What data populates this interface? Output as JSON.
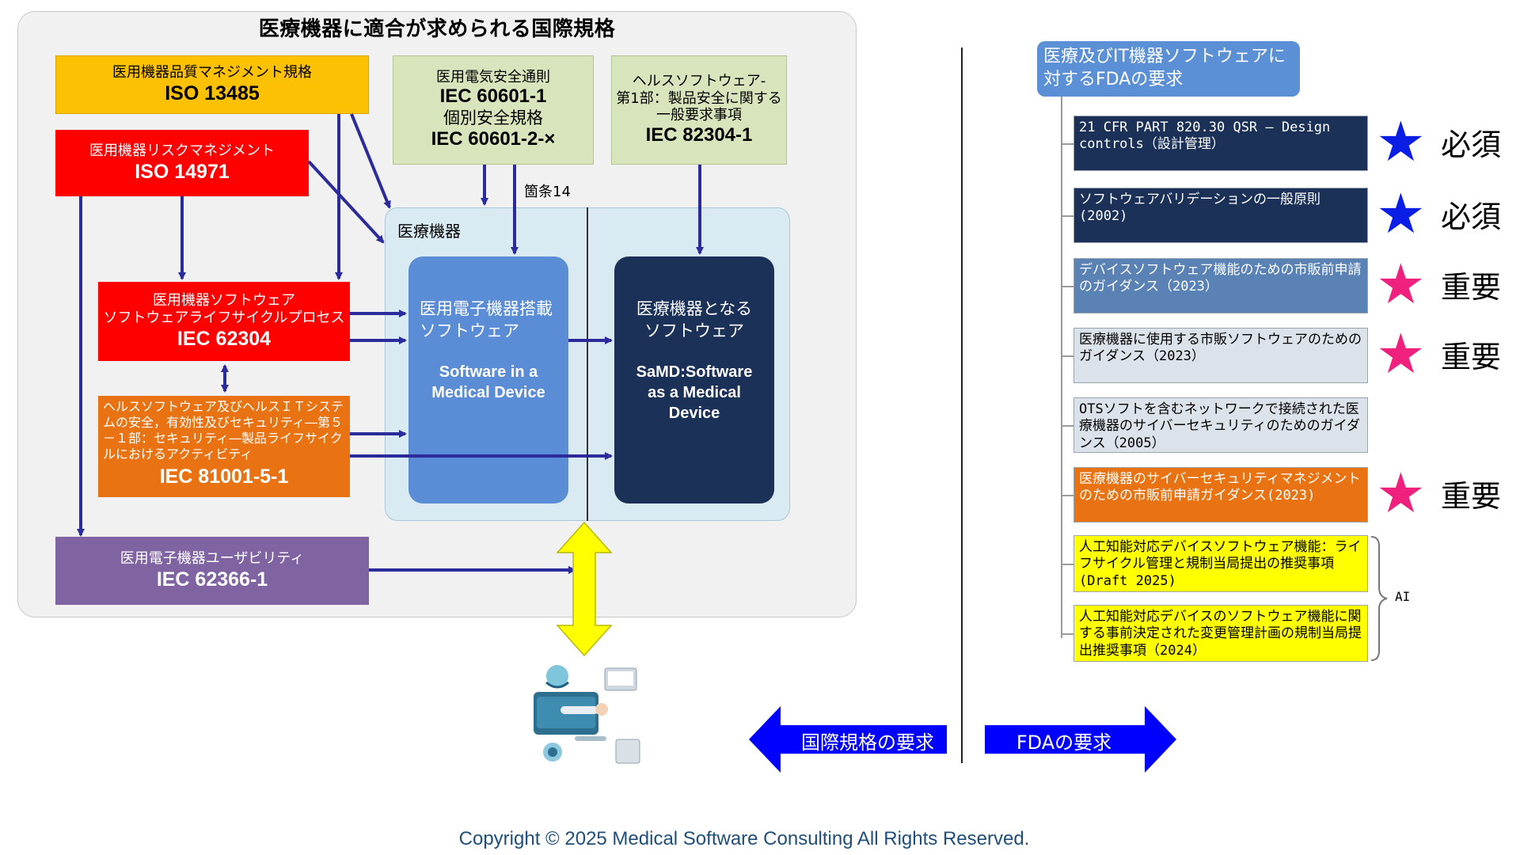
{
  "title": "医療機器に適合が求められる国際規格",
  "standards": {
    "iso13485": {
      "name": "医用機器品質マネジメント規格",
      "code": "ISO 13485"
    },
    "iso14971": {
      "name": "医用機器リスクマネジメント",
      "code": "ISO 14971"
    },
    "iec60601": {
      "name1": "医用電気安全通則",
      "code1": "IEC 60601-1",
      "name2": "個別安全規格",
      "code2": "IEC 60601-2-×"
    },
    "iec82304": {
      "line1": "ヘルスソフトウェア-",
      "line2": "第1部：製品安全に関する",
      "line3": "一般要求事項",
      "code": "IEC 82304-1"
    },
    "iec62304": {
      "line1": "医用機器ソフトウェア",
      "line2": "ソフトウェアライフサイクルプロセス",
      "code": "IEC 62304"
    },
    "iec81001": {
      "name": "ヘルスソフトウェア及びヘルスＩＴシステムの安全，有効性及びセキュリティ―第５－１部：セキュリティ―製品ライフサイクルにおけるアクティビティ",
      "code": "IEC 81001-5-1"
    },
    "iec62366": {
      "name": "医用電子機器ユーザビリティ",
      "code": "IEC 62366-1"
    }
  },
  "device": {
    "label": "医療機器",
    "clause": "箇条14",
    "simd": {
      "jp1": "医用電子機器搭載",
      "jp2": "ソフトウェア",
      "en1": "Software in a",
      "en2": "Medical Device"
    },
    "samd": {
      "jp1": "医療機器となる",
      "jp2": "ソフトウェア",
      "en1": "SaMD:Software",
      "en2": "as a Medical",
      "en3": "Device"
    }
  },
  "fda": {
    "header": "医療及びIT機器ソフトウェアに対するFDAの要求",
    "items": [
      {
        "text": "21 CFR PART 820.30 QSR – Design controls（設計管理）",
        "mark": "必須",
        "mark_color": "#0a1ee6"
      },
      {
        "text": "ソフトウェアバリデーションの一般原則(2002)",
        "mark": "必須",
        "mark_color": "#0a1ee6"
      },
      {
        "text": "デバイスソフトウェア機能のための市販前申請のガイダンス（2023）",
        "mark": "重要",
        "mark_color": "#f0207e"
      },
      {
        "text": "医療機器に使用する市販ソフトウェアのためのガイダンス（2023）",
        "mark": "重要",
        "mark_color": "#f0207e"
      },
      {
        "text": "OTSソフトを含むネットワークで接続された医療機器のサイバーセキュリティのためのガイダンス（2005）",
        "mark": "",
        "mark_color": ""
      },
      {
        "text": "医療機器のサイバーセキュリティマネジメントのための市販前申請ガイダンス(2023)",
        "mark": "重要",
        "mark_color": "#f0207e"
      },
      {
        "text": "人工知能対応デバイスソフトウェア機能：ライフサイクル管理と規制当局提出の推奨事項(Draft 2025)",
        "mark": "",
        "mark_color": ""
      },
      {
        "text": "人工知能対応デバイスのソフトウェア機能に関する事前決定された変更管理計画の規制当局提出推奨事項（2024）",
        "mark": "",
        "mark_color": ""
      }
    ],
    "ai_label": "AI"
  },
  "arrows": {
    "left": "国際規格の要求",
    "right": "FDAの要求"
  },
  "copyright": "Copyright © 2025 Medical Software Consulting  All  Rights Reserved.",
  "colors": {
    "yellow_box": "#fbc102",
    "red_box": "#fe0000",
    "orange_box": "#e97312",
    "purple_box": "#8064a2",
    "green_box": "#d8e4bc",
    "simd_box": "#5a8dd6",
    "samd_box": "#1b3157",
    "arrow_navy": "#2b2b9b",
    "arrow_blue": "#0000ff",
    "yellow_arrow": "#ffff00"
  },
  "icons": [
    "hospital-scene-icon",
    "star-icon"
  ]
}
